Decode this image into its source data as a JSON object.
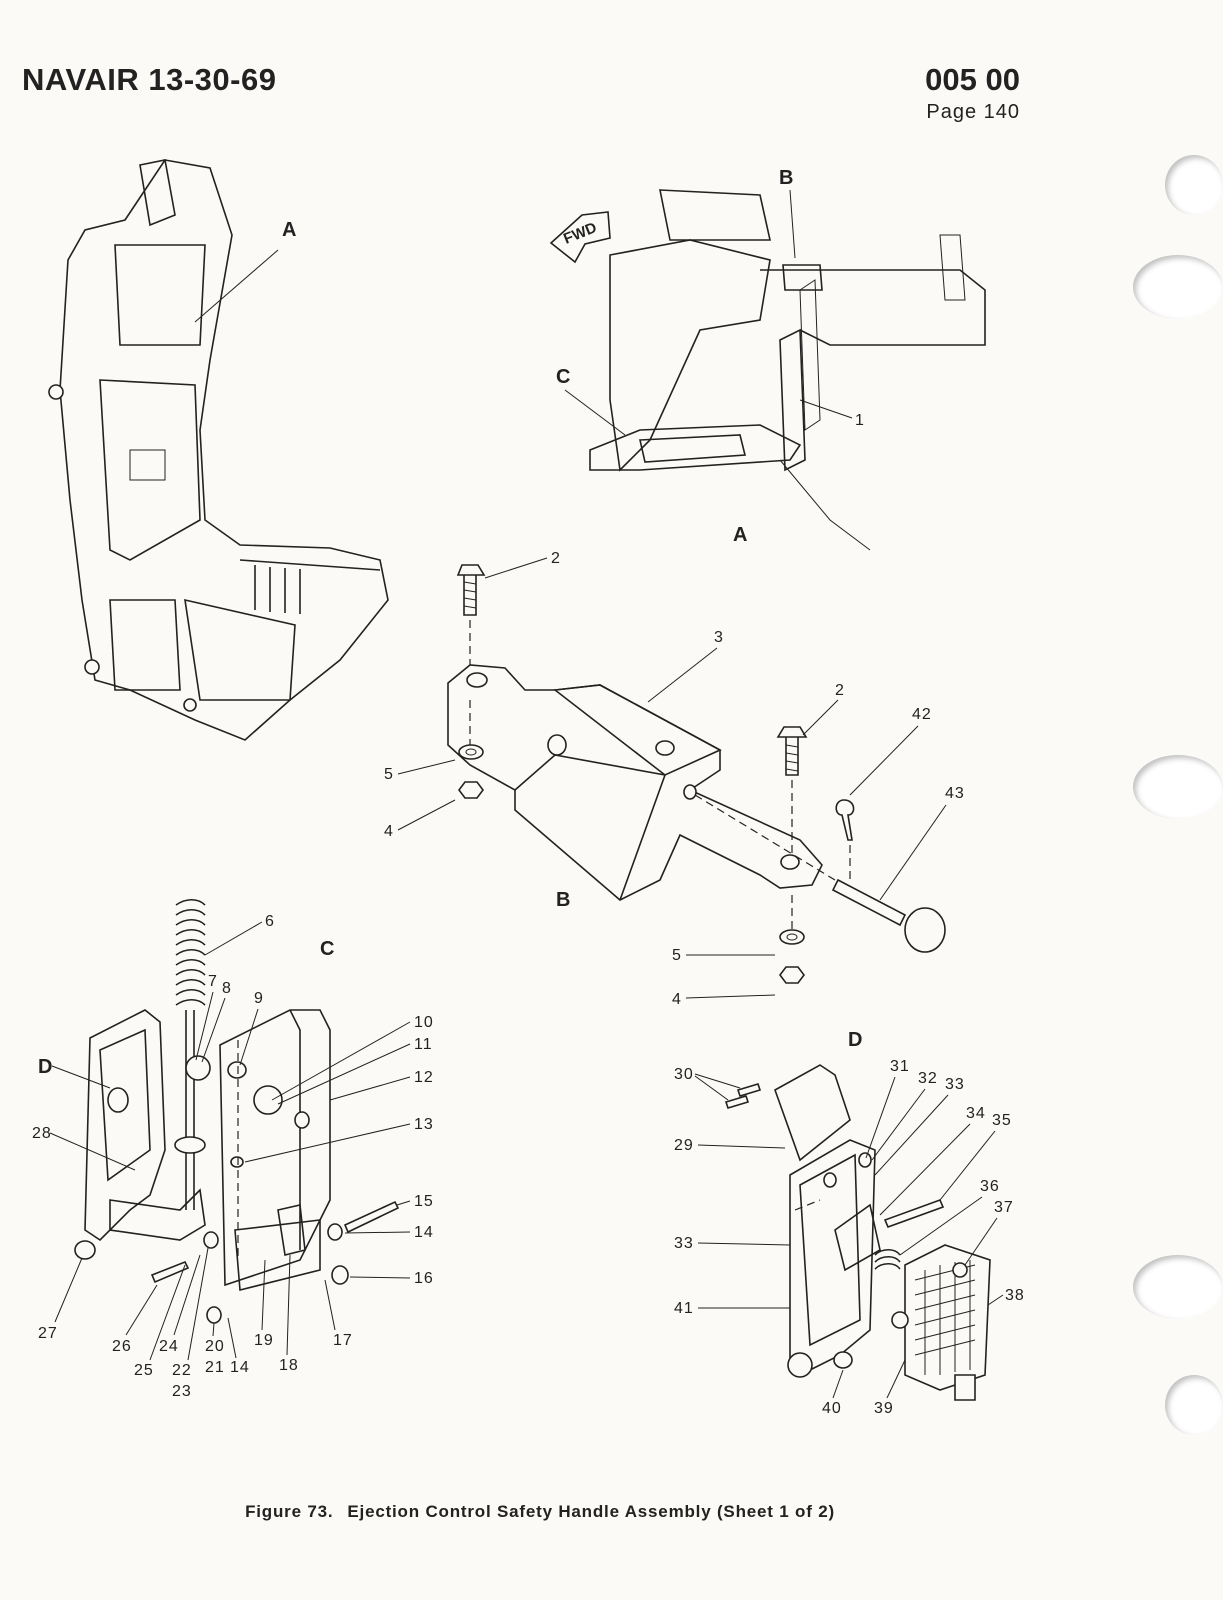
{
  "header": {
    "publication": "NAVAIR 13-30-69",
    "section": "005 00",
    "page": "Page  140"
  },
  "caption": {
    "figure": "Figure 73.",
    "title": "Ejection Control Safety Handle Assembly (Sheet 1 of 2)"
  },
  "views": {
    "seat_ref": "A",
    "seat_ref_b": "B",
    "seat_ref_c": "C",
    "view_a": "A",
    "view_b": "B",
    "view_c": "C",
    "view_d": "D",
    "fwd": "FWD",
    "d_ref": "D"
  },
  "callouts": {
    "c1": "1",
    "c2a": "2",
    "c2b": "2",
    "c3": "3",
    "c4a": "4",
    "c4b": "4",
    "c5a": "5",
    "c5b": "5",
    "c6": "6",
    "c7": "7",
    "c8": "8",
    "c9": "9",
    "c10": "10",
    "c11": "11",
    "c12": "12",
    "c13": "13",
    "c14a": "14",
    "c14b": "14",
    "c15": "15",
    "c16": "16",
    "c17": "17",
    "c18": "18",
    "c19": "19",
    "c20": "20",
    "c21": "21",
    "c22": "22",
    "c23": "23",
    "c24": "24",
    "c25": "25",
    "c26": "26",
    "c27": "27",
    "c28": "28",
    "c29": "29",
    "c30": "30",
    "c31": "31",
    "c32": "32",
    "c33a": "33",
    "c33b": "33",
    "c34": "34",
    "c35": "35",
    "c36": "36",
    "c37": "37",
    "c38": "38",
    "c39": "39",
    "c40": "40",
    "c41": "41",
    "c42": "42",
    "c43": "43"
  }
}
